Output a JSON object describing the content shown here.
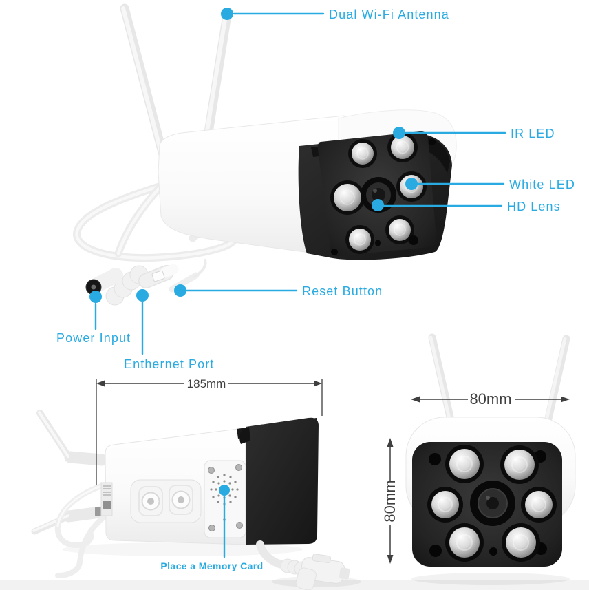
{
  "callouts": {
    "dual_wifi_antenna": "Dual Wi-Fi Antenna",
    "ir_led": "IR LED",
    "white_led": "White LED",
    "hd_lens": "HD Lens",
    "reset_button": "Reset Button",
    "power_input": "Power Input",
    "ethernet_port": "Enthernet Port",
    "memory_card": "Place a Memory Card"
  },
  "dimensions": {
    "body_length": "185mm",
    "front_width": "80mm",
    "front_height": "80mm"
  },
  "colors": {
    "callout_blue": "#29abe2",
    "dimension_gray": "#3f3f3f"
  }
}
